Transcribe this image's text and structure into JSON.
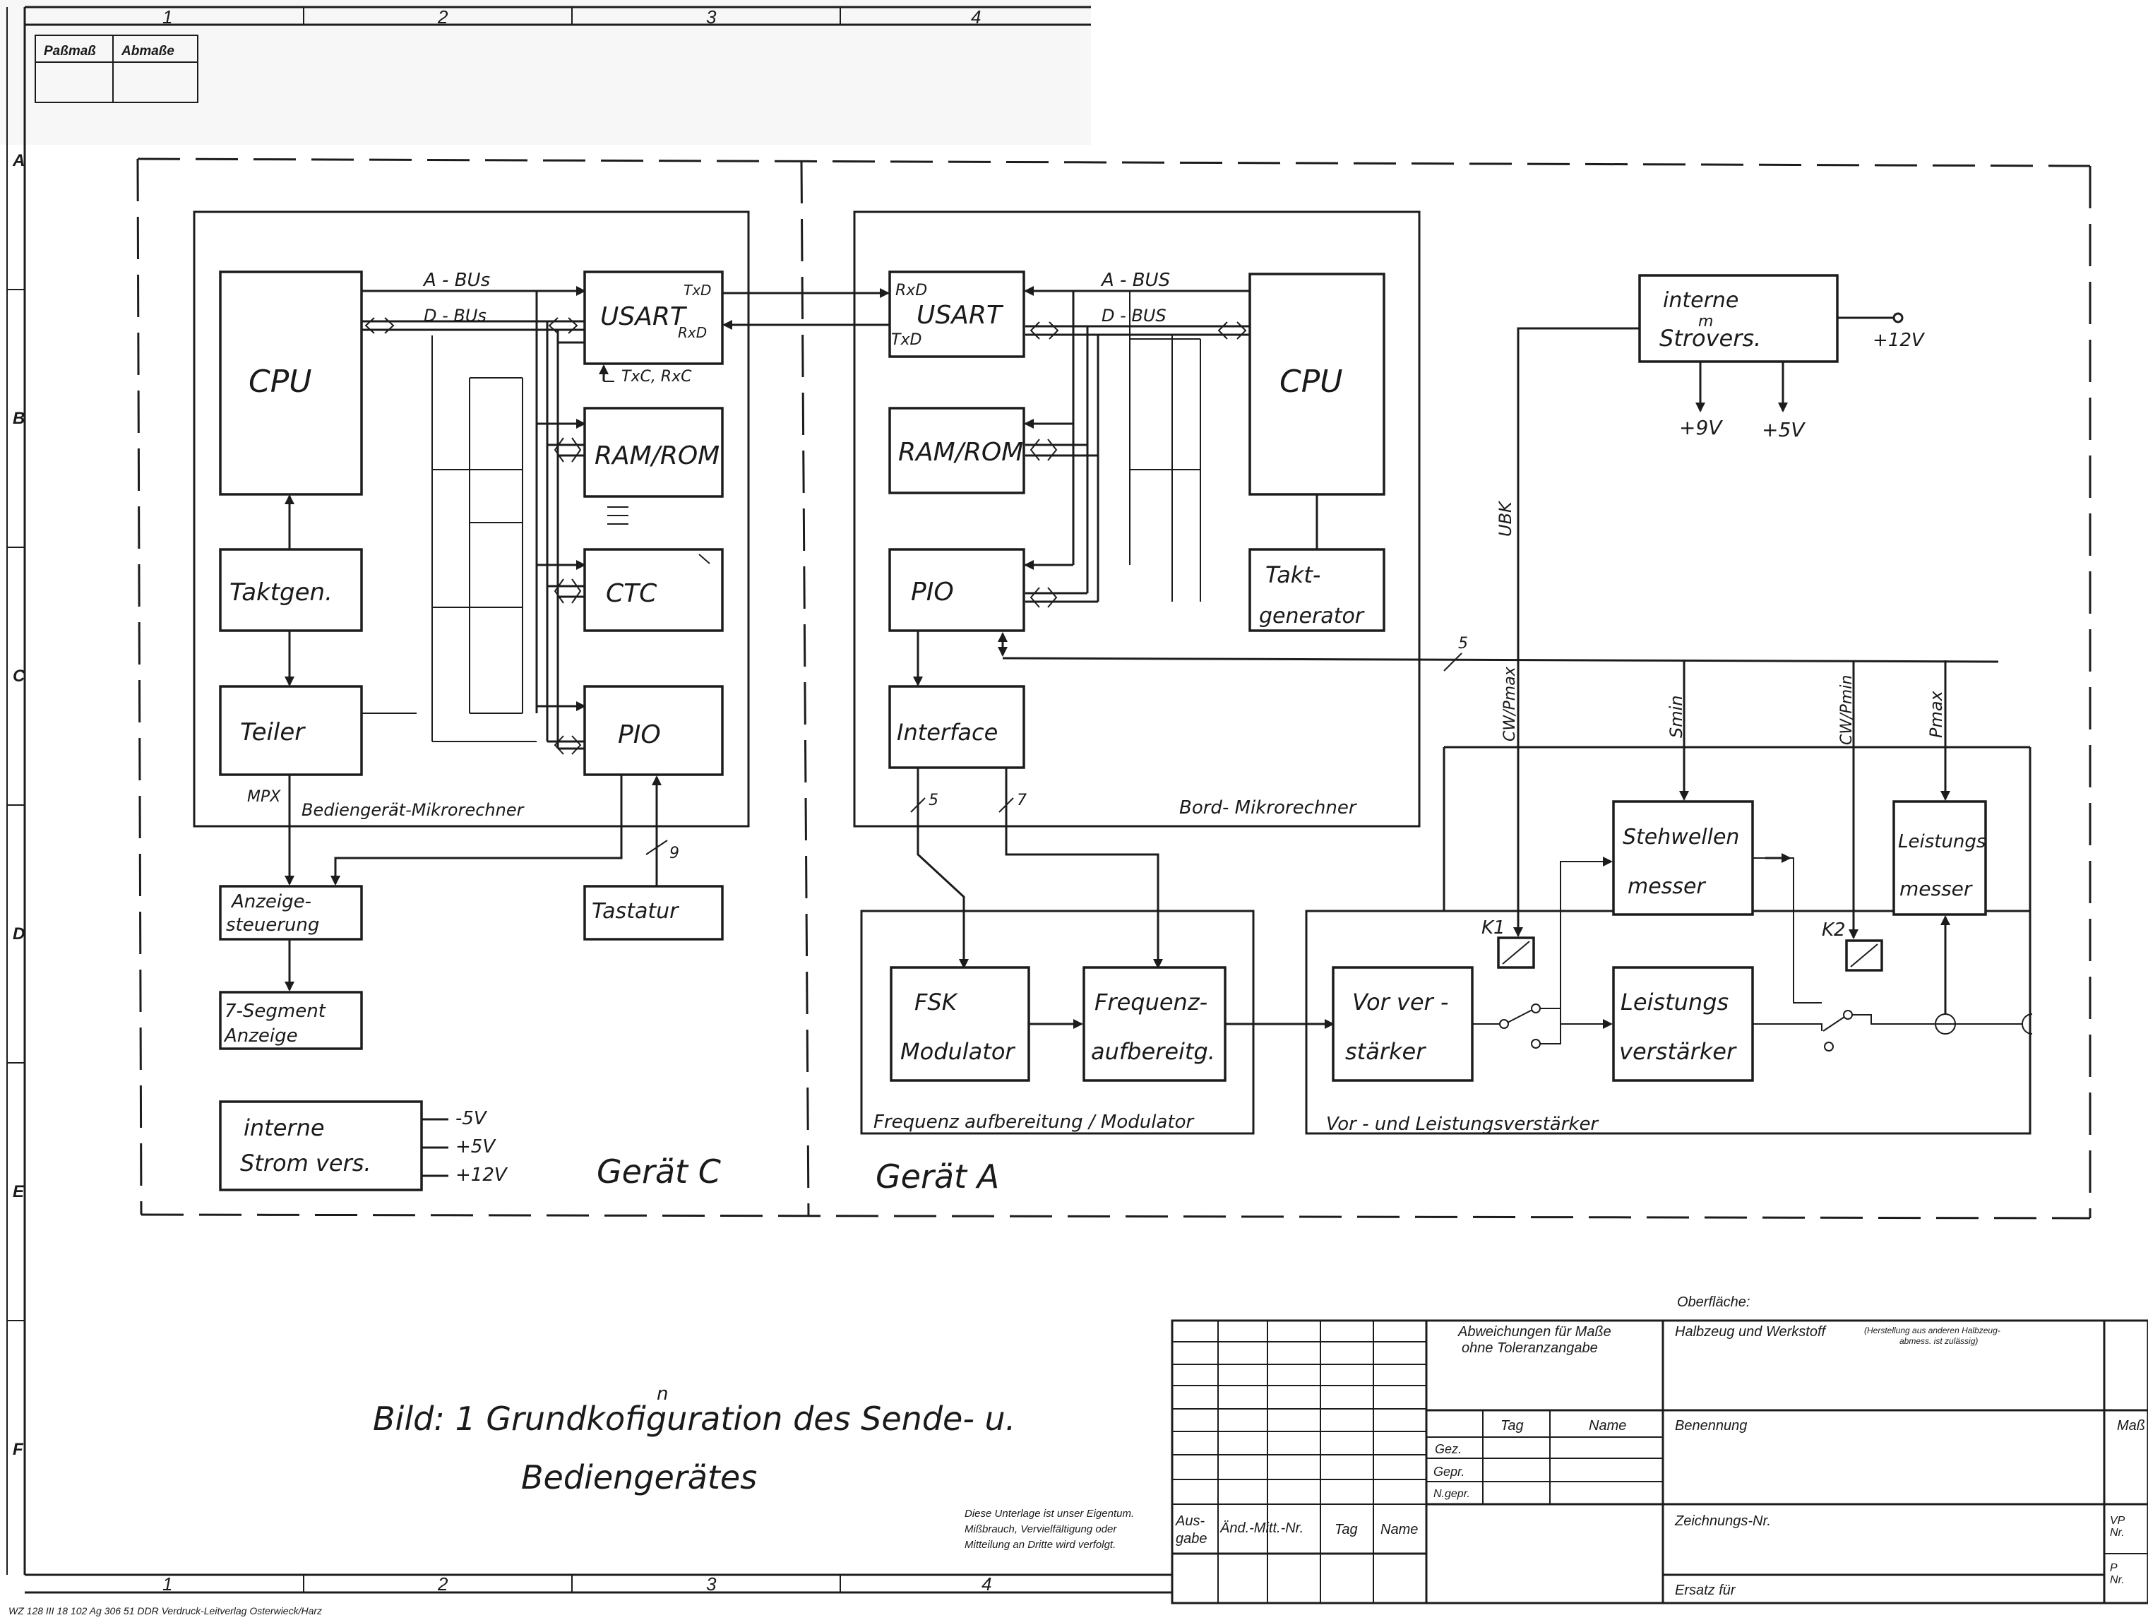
{
  "frame": {
    "columns_top": [
      "1",
      "2",
      "3",
      "4"
    ],
    "columns_bottom": [
      "1",
      "2",
      "3",
      "4"
    ],
    "rows": [
      "A",
      "B",
      "C",
      "D",
      "E",
      "F"
    ],
    "corner_header": [
      "Paßmaß",
      "Abmaße"
    ]
  },
  "device_c": {
    "title": "Gerät C",
    "section_label": "Bediengerät-Mikrorechner",
    "cpu": "CPU",
    "usart": "USART",
    "usart_txd": "TxD",
    "usart_rxd": "RxD",
    "txc_rxc": "TxC, RxC",
    "a_bus": "A - BUs",
    "d_bus": "D - BUs",
    "ram_rom": "RAM/ROM",
    "ctc": "CTC",
    "pio": "PIO",
    "taktgen": "Taktgen.",
    "teiler": "Teiler",
    "mpx": "MPX",
    "anzeige_steuerung": [
      "Anzeige-",
      "steuerung"
    ],
    "segment_anzeige": [
      "7-Segment",
      "Anzeige"
    ],
    "tastatur": "Tastatur",
    "tastatur_bus": "9",
    "stromvers": [
      "interne",
      "Strom vers."
    ],
    "voltages": [
      "-5V",
      "+5V",
      "+12V"
    ]
  },
  "device_a": {
    "title": "Gerät A",
    "section_label": "Bord- Mikrorechner",
    "usart": "USART",
    "usart_rxd": "RxD",
    "usart_txd": "TxD",
    "a_bus": "A - BUS",
    "d_bus": "D - BUS",
    "cpu": "CPU",
    "ram_rom": "RAM/ROM",
    "pio": "PIO",
    "taktgenerator": [
      "Takt-",
      "generator"
    ],
    "interface": "Interface",
    "bus5": "5",
    "bus7": "7",
    "bus5_right": "5",
    "fsk_modulator": [
      "FSK",
      "Modulator"
    ],
    "frequenz": [
      "Frequenz-",
      "aufbereitg."
    ],
    "freq_section": "Frequenz aufbereitung / Modulator"
  },
  "amplifier": {
    "section_label": "Vor - und Leistungsverstärker",
    "vorverstaerker": [
      "Vor ver -",
      "stärker"
    ],
    "leistungsverstaerker": [
      "Leistungs",
      "verstärker"
    ],
    "stehwellenmesser": [
      "Stehwellen",
      "messer"
    ],
    "leistungsmesser": [
      "Leistungs",
      "messer"
    ],
    "k1": "K1",
    "k2": "K2",
    "sig_cw_pmax": "CW/Pmax",
    "sig_smin": "Smin",
    "sig_cw_pmin": "CW/Pmin",
    "sig_pmax": "Pmax",
    "ubk": "UBK",
    "stromvers": [
      "interne",
      "Strovers."
    ],
    "stromvers_mid": "m",
    "v12": "+12V",
    "v9": "+9V",
    "v5": "+5V"
  },
  "caption": {
    "line1": "Bild: 1 Grundkofiguration des Sende- u.",
    "line2": "Bediengerätes",
    "insert_mark": "n"
  },
  "notice": [
    "Diese Unterlage ist unser Eigentum.",
    "Mißbrauch, Vervielfältigung oder",
    "Mitteilung an Dritte wird verfolgt."
  ],
  "title_block": {
    "oberflaeche": "Oberfläche:",
    "abweichungen": [
      "Abweichungen für Maße",
      "ohne Toleranzangabe"
    ],
    "halbzeug": "Halbzeug und Werkstoff",
    "halbzeug_note": [
      "(Herstellung aus anderen Halbzeug-",
      "abmess. ist zulässig)"
    ],
    "tag": "Tag",
    "name": "Name",
    "gez": "Gez.",
    "gepr": "Gepr.",
    "ngepr": "N.gepr.",
    "benennung": "Benennung",
    "mass": "Maß",
    "ausgabe": [
      "Aus-",
      "gabe"
    ],
    "aend": "Änd.-Mitt.-Nr.",
    "tag2": "Tag",
    "name2": "Name",
    "zeichnungs_nr": "Zeichnungs-Nr.",
    "vp_nr": [
      "VP",
      "Nr."
    ],
    "p_nr": [
      "P",
      "Nr."
    ],
    "ersatz": "Ersatz für"
  },
  "footer": "WZ 128   III 18 102  Ag 306 51 DDR  Verdruck-Leitverlag Osterwieck/Harz"
}
